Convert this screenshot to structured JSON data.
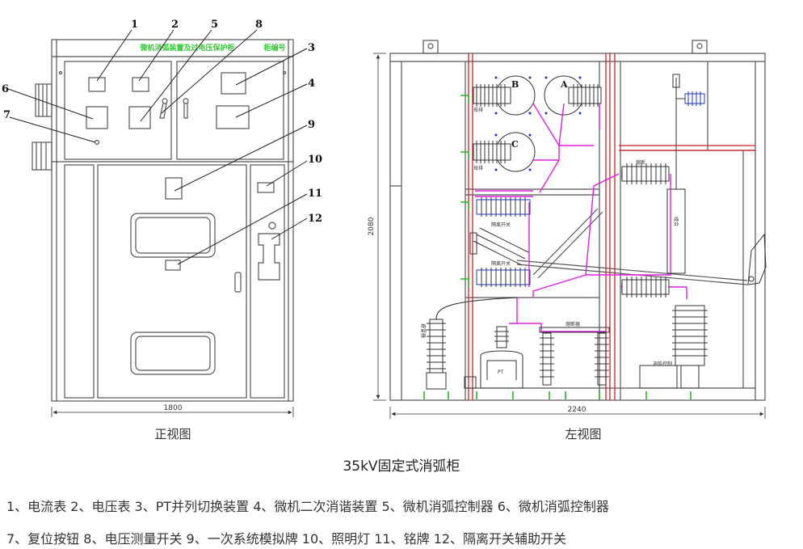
{
  "front_view": {
    "caption": "正视图",
    "header_left": "微机消弧装置及过电压保护柜",
    "header_right": "柜编号",
    "width_dim": "1800"
  },
  "side_view": {
    "caption": "左视图",
    "width_dim": "2240",
    "height_dim": "2080",
    "labels": {
      "b": "B",
      "a": "A",
      "c": "C",
      "bus1": "母排",
      "bus2": "母排",
      "tag_top": "熔断",
      "sw1": "隔离开关",
      "sw2": "隔离开关",
      "pt": "PT",
      "fuse": "熔断器",
      "arrester": "避雷器",
      "vertical": "组合",
      "cabinet_box": "消弧控制"
    }
  },
  "callouts": [
    "1",
    "2",
    "3",
    "4",
    "5",
    "6",
    "7",
    "8",
    "9",
    "10",
    "11",
    "12"
  ],
  "title": "35kV固定式消弧柜",
  "legend": {
    "line1": "1、电流表 2、电压表 3、PT并列切换装置 4、微机二次消谐装置 5、微机消弧控制器 6、微机消弧控制器",
    "line2": "7、复位按钮 8、电压测量开关 9、一次系统模拟牌 10、照明灯 11、铭牌 12、隔离开关辅助开关"
  },
  "colors": {
    "line": "#555555",
    "red": "#cc2222",
    "magenta": "#e020e0",
    "green": "#22bb22",
    "blue": "#2233cc",
    "label_green": "#33cc33"
  }
}
